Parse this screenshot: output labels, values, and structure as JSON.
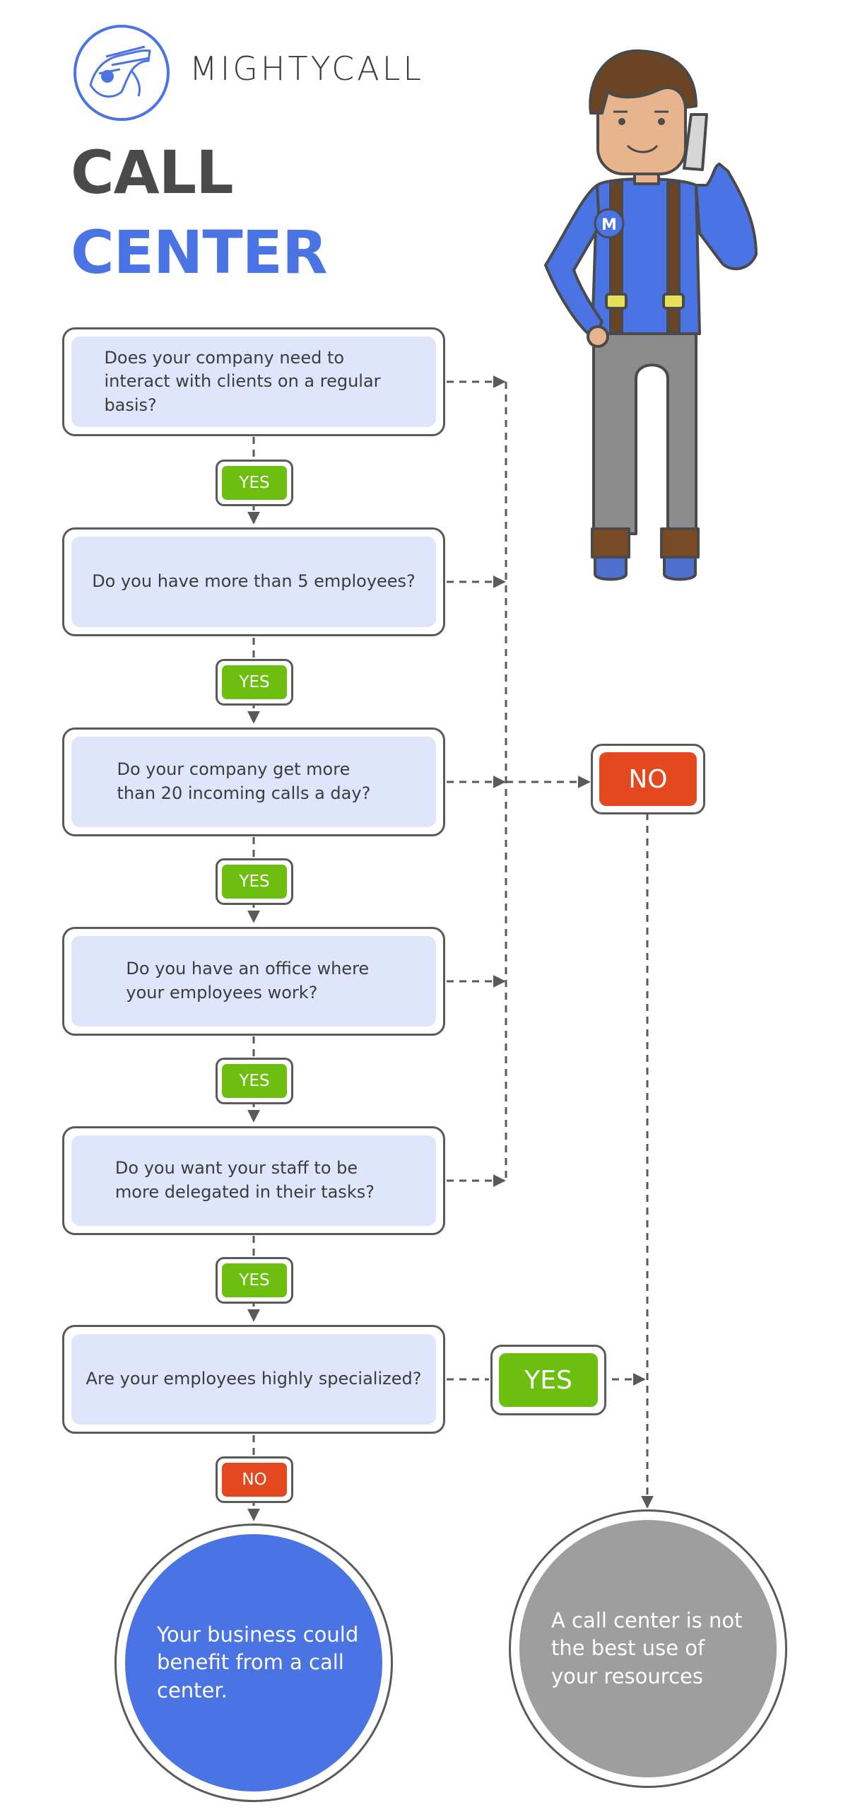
{
  "brand": {
    "name": "MIGHTYCALL",
    "logo_icon": "rocket-hand-icon",
    "accent": "#4a73e3"
  },
  "title": {
    "line1": "CALL",
    "line2": "CENTER"
  },
  "questions": [
    {
      "text": "Does your company need to interact with clients on a regular basis?"
    },
    {
      "text": "Do you have more than 5 employees?"
    },
    {
      "text": "Do your company get more than 20 incoming calls a day?"
    },
    {
      "text": "Do you have an office where your employees work?"
    },
    {
      "text": "Do you want your staff to be more delegated in their tasks?"
    },
    {
      "text": "Are your employees highly specialized?"
    }
  ],
  "connectors": {
    "yes": "YES",
    "no": "NO"
  },
  "outcomes": {
    "positive": "Your business could benefit from a call center.",
    "negative": "A call center is not the best use of your resources"
  },
  "colors": {
    "yes_green": "#6cbf0f",
    "no_red": "#e4481f",
    "question_fill": "#dfe6fb",
    "outline": "#5a5a5a",
    "positive_blue": "#4a73e3",
    "negative_gray": "#9e9e9e"
  },
  "illustration": {
    "badge_letter": "M"
  }
}
